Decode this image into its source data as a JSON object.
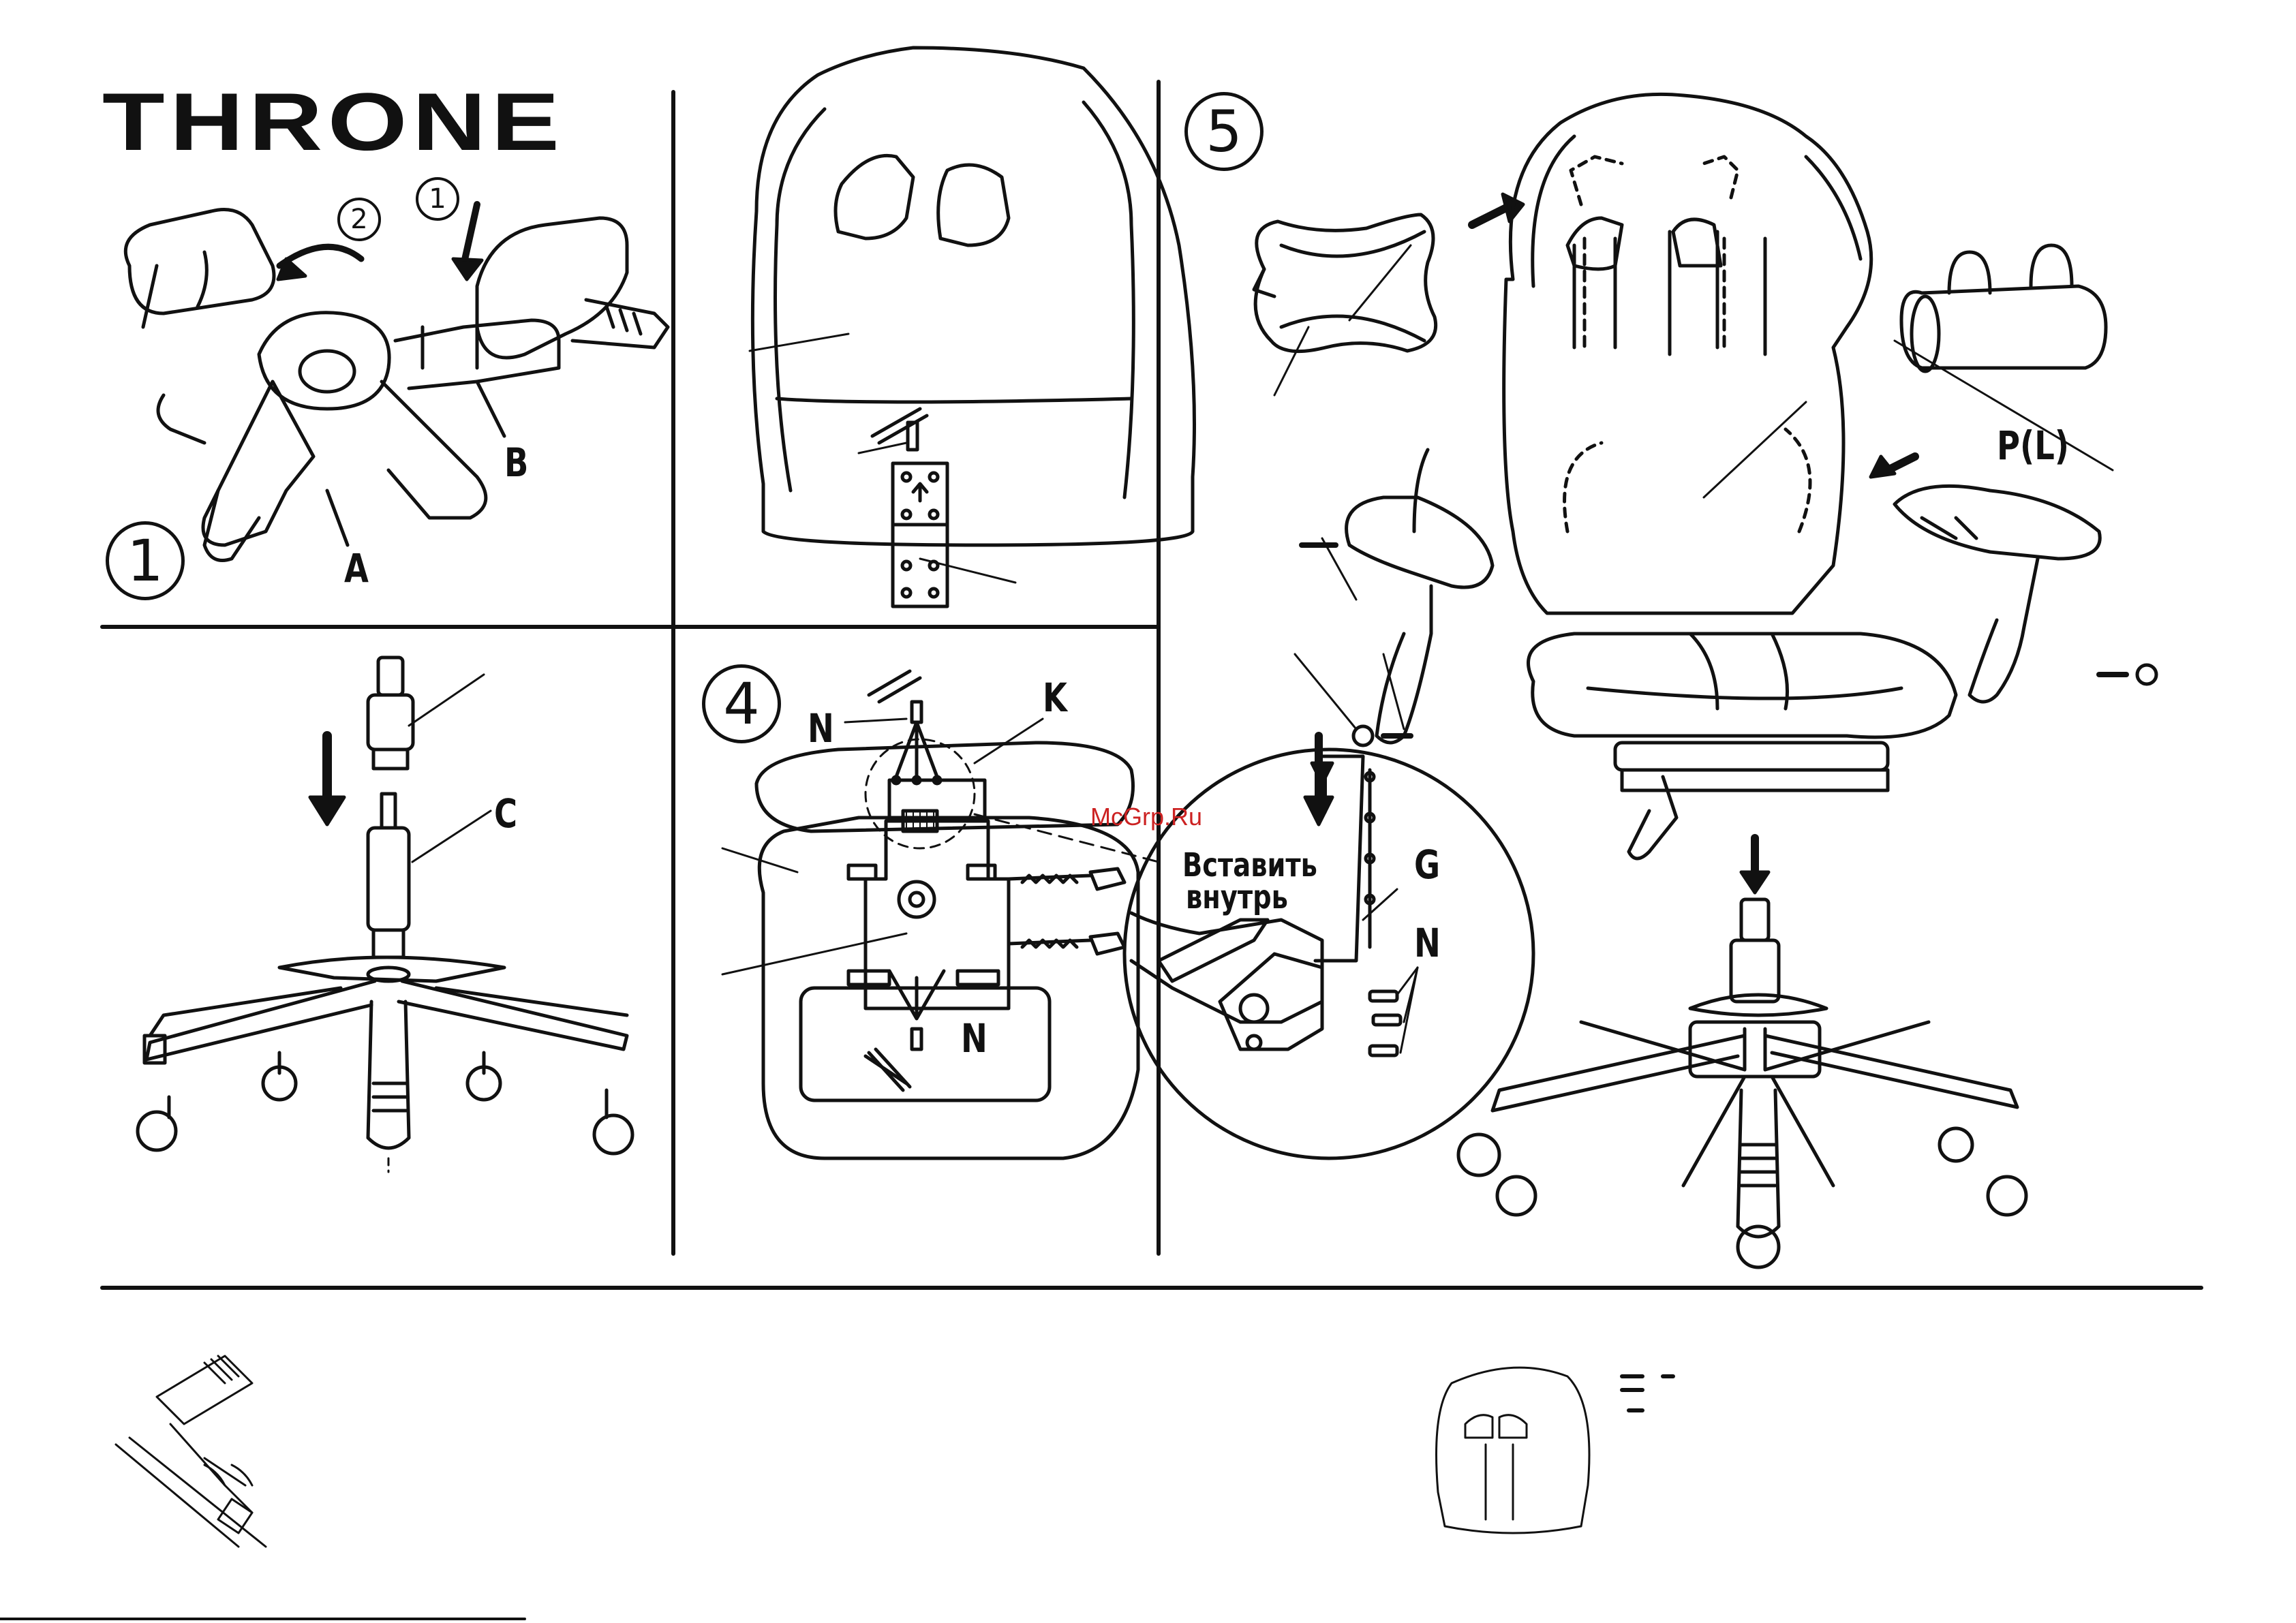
{
  "brand": "THRONE",
  "watermark": "McGrp.Ru",
  "steps": {
    "s1": {
      "number": "1",
      "sub1": "1",
      "sub2": "2",
      "label_a": "A",
      "label_b": "B"
    },
    "s2": {
      "label_c": "C"
    },
    "s4": {
      "number": "4",
      "label_n_top": "N",
      "label_k": "K",
      "label_n_bottom": "N"
    },
    "s5": {
      "number": "5",
      "label_p": "P(L)",
      "label_g": "G",
      "label_n": "N"
    },
    "detail": {
      "line1": "Вставить",
      "line2": "внутрь"
    }
  }
}
